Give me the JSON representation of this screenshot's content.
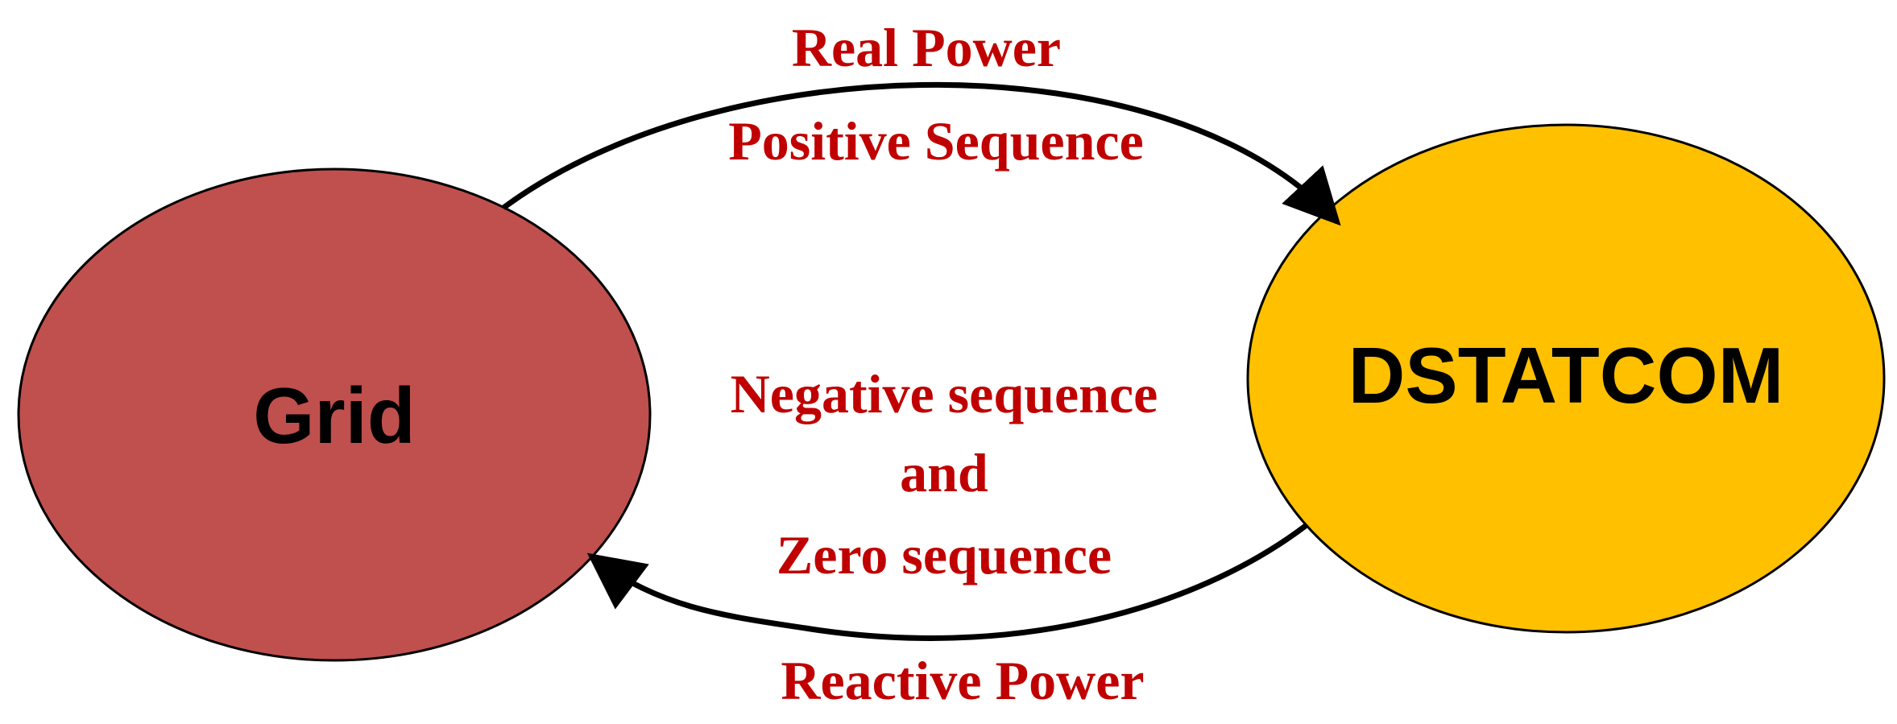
{
  "colors": {
    "grid_fill": "#C0504D",
    "dstatcom_fill": "#FFC000",
    "outline": "#000000",
    "label_text": "#C00000",
    "arrow": "#000000"
  },
  "nodes": {
    "grid": {
      "label": "Grid"
    },
    "dstatcom": {
      "label": "DSTATCOM"
    }
  },
  "flows": {
    "top": {
      "line1": "Real Power",
      "line2": "Positive Sequence"
    },
    "middle": {
      "line1": "Negative sequence",
      "line2": "and",
      "line3": "Zero sequence"
    },
    "bottom": {
      "line1": "Reactive Power"
    }
  }
}
